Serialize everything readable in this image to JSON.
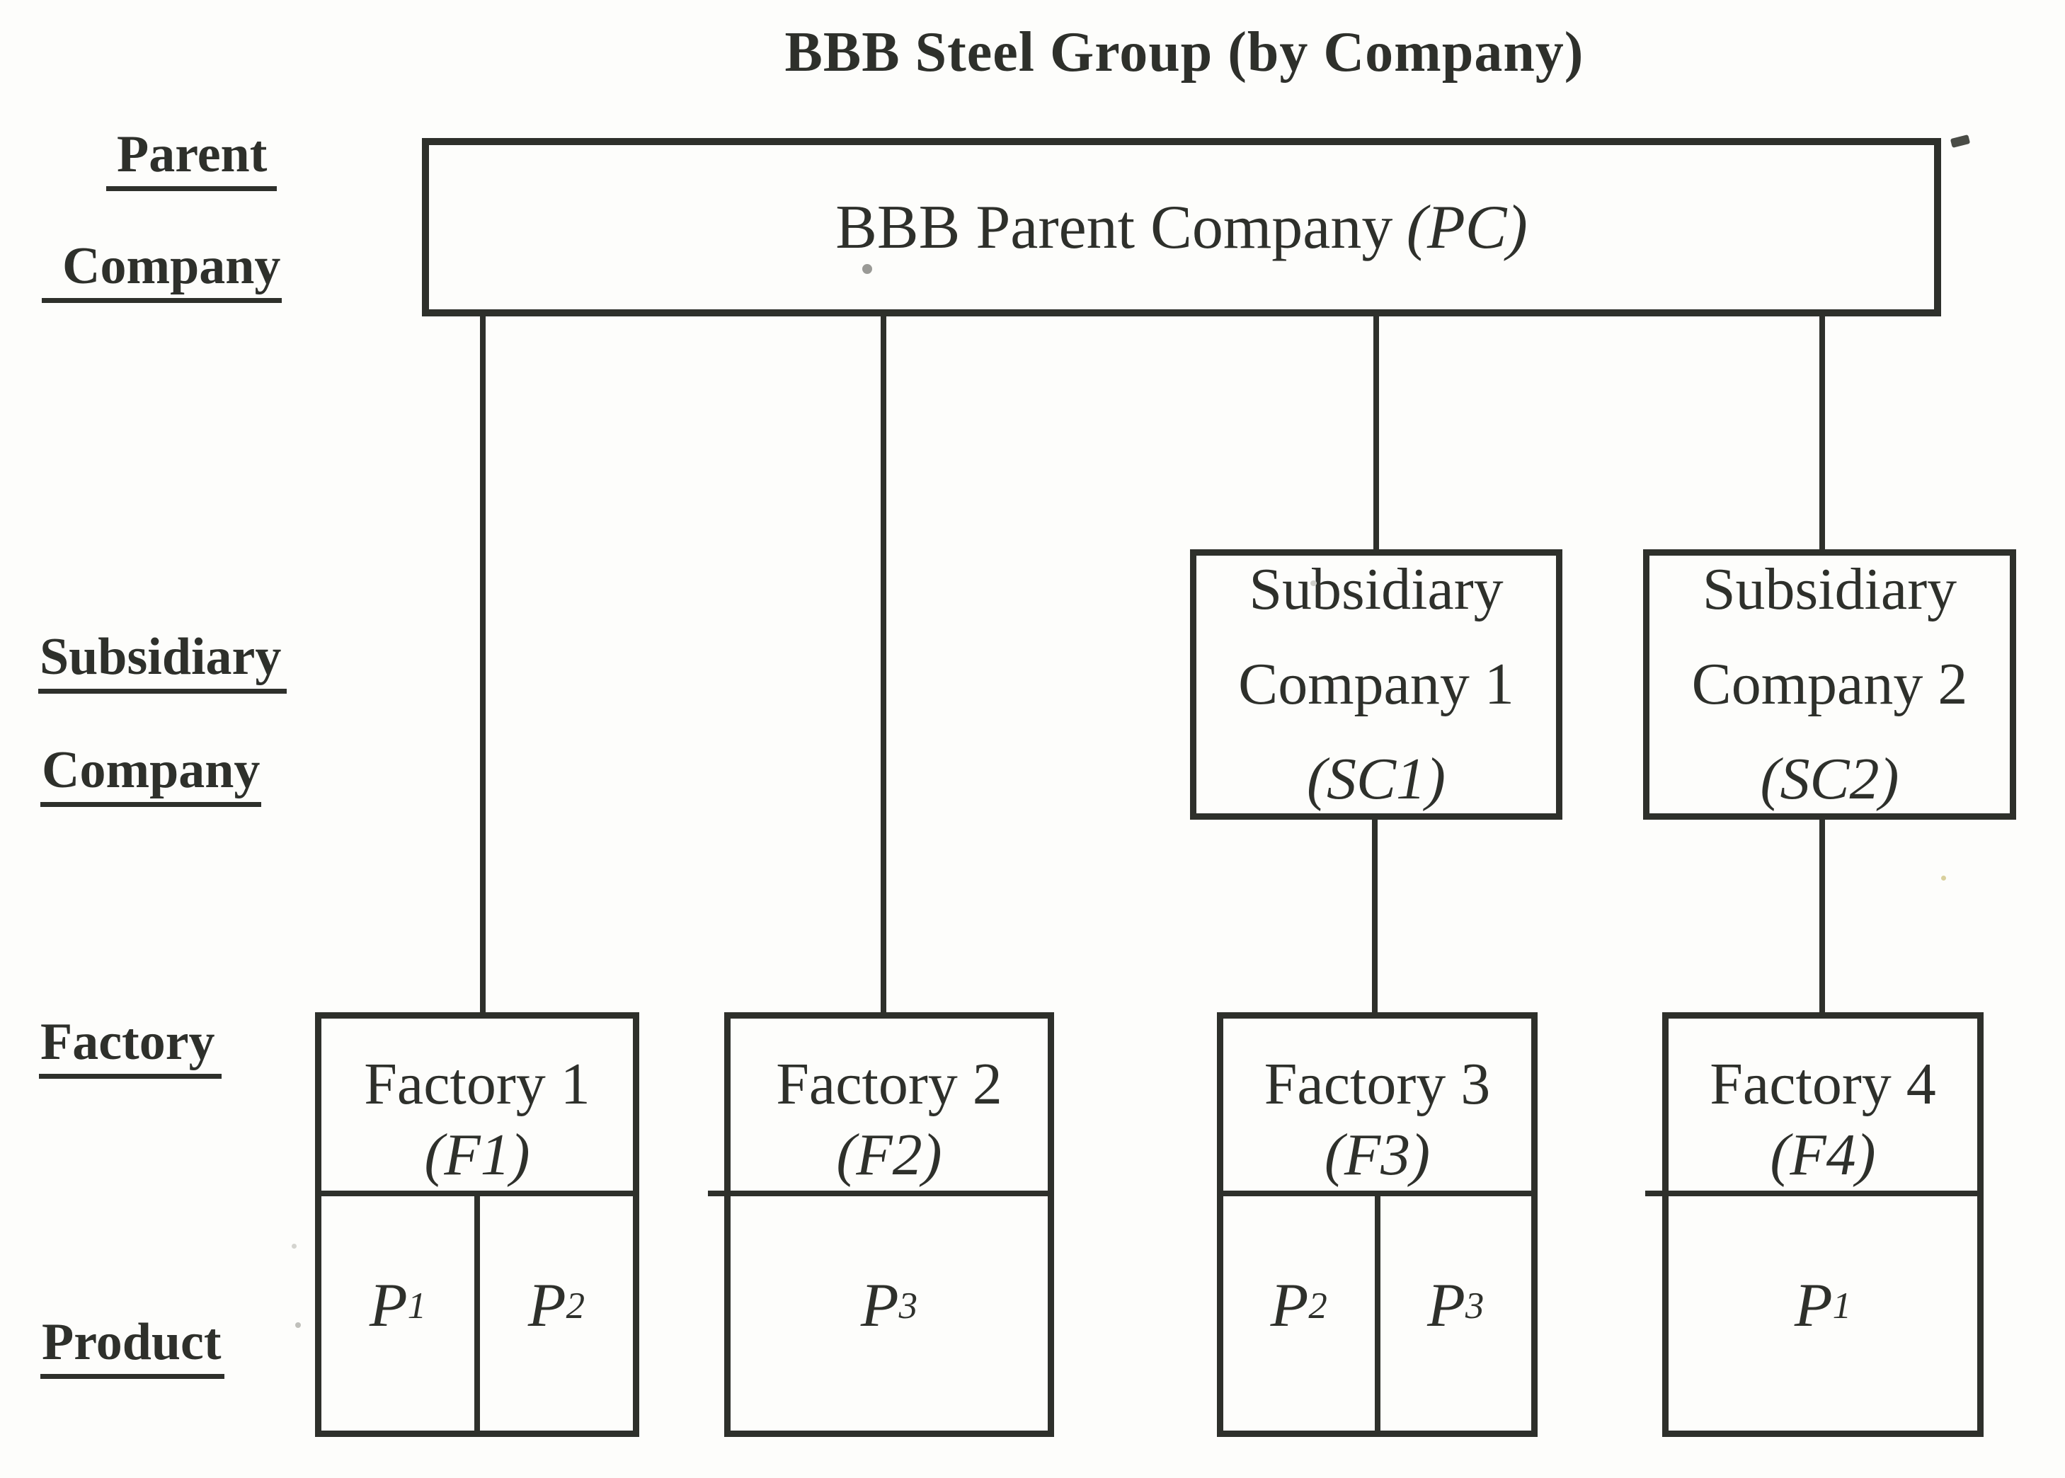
{
  "title": "BBB Steel Group (by Company)",
  "row_labels": {
    "parent_line1": "Parent",
    "parent_line2": "Company",
    "subsidiary_line1": "Subsidiary",
    "subsidiary_line2": "Company",
    "factory": "Factory",
    "product": "Product"
  },
  "parent_company": {
    "name": "BBB Parent Company",
    "code": "(PC)"
  },
  "subsidiaries": [
    {
      "line1": "Subsidiary",
      "line2": "Company 1",
      "code": "(SC1)"
    },
    {
      "line1": "Subsidiary",
      "line2": "Company 2",
      "code": "(SC2)"
    }
  ],
  "factories": [
    {
      "name": "Factory 1",
      "code": "(F1)",
      "products": [
        {
          "base": "P",
          "sub": "1"
        },
        {
          "base": "P",
          "sub": "2"
        }
      ]
    },
    {
      "name": "Factory 2",
      "code": "(F2)",
      "products": [
        {
          "base": "P",
          "sub": "3"
        }
      ]
    },
    {
      "name": "Factory 3",
      "code": "(F3)",
      "products": [
        {
          "base": "P",
          "sub": "2"
        },
        {
          "base": "P",
          "sub": "3"
        }
      ]
    },
    {
      "name": "Factory 4",
      "code": "(F4)",
      "products": [
        {
          "base": "P",
          "sub": "1"
        }
      ]
    }
  ],
  "colors": {
    "ink": "#2e302b",
    "paper": "#fdfdfb"
  }
}
